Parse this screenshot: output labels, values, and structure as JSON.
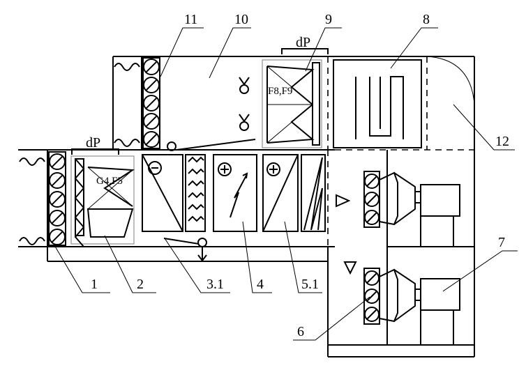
{
  "diagram": {
    "callouts": {
      "c1": "1",
      "c2": "2",
      "c31": "3.1",
      "c4": "4",
      "c51": "5.1",
      "c6": "6",
      "c7": "7",
      "c8": "8",
      "c9": "9",
      "c10": "10",
      "c11": "11",
      "c12": "12"
    },
    "filter_labels": {
      "lower": "G4,F5",
      "upper": "F8,F9"
    },
    "pressure_label": "dP",
    "symbols": {
      "minus": "⊖",
      "plus": "⊕"
    }
  }
}
